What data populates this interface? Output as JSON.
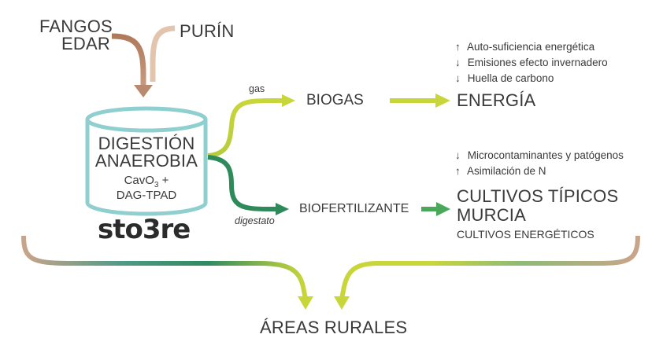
{
  "inputs": {
    "fangos_line1": "FANGOS",
    "fangos_line2": "EDAR",
    "purin": "PURÍN"
  },
  "digester": {
    "line1": "DIGESTIÓN",
    "line2": "ANAEROBIA",
    "line3_pre": "CavO",
    "line3_sub": "3",
    "line3_post": " +",
    "line4": "DAG-TPAD",
    "logo": "sto3re"
  },
  "flows": {
    "gas_label": "gas",
    "digestato_label": "digestato",
    "biogas": "BIOGAS",
    "energia": "ENERGÍA",
    "biofertilizante": "BIOFERTILIZANTE",
    "cultivos_line1": "CULTIVOS TÍPICOS",
    "cultivos_line2": "MURCIA",
    "cultivos_energeticos": "CULTIVOS ENERGÉTICOS",
    "areas_rurales": "ÁREAS RURALES"
  },
  "energy_benefits": [
    {
      "icon": "arrow-up-icon",
      "glyph": "↑",
      "text": "Auto-suficiencia energética"
    },
    {
      "icon": "arrow-down-icon",
      "glyph": "↓",
      "text": "Emisiones efecto invernadero"
    },
    {
      "icon": "arrow-down-icon",
      "glyph": "↓",
      "text": "Huella de carbono"
    }
  ],
  "fertilizer_benefits": [
    {
      "icon": "arrow-down-icon",
      "glyph": "↓",
      "text": "Microcontaminantes y patógenos"
    },
    {
      "icon": "arrow-up-icon",
      "glyph": "↑",
      "text": "Asimilación de N"
    }
  ],
  "colors": {
    "fangos_brown": "#b88466",
    "purin_tan": "#e3c5ae",
    "tank_teal": "#8fcfcf",
    "gas_lime": "#c9d63a",
    "digestato_green": "#2e8a5a",
    "biofert_green": "#4aa85a",
    "text_dark": "#3a3a3a"
  }
}
